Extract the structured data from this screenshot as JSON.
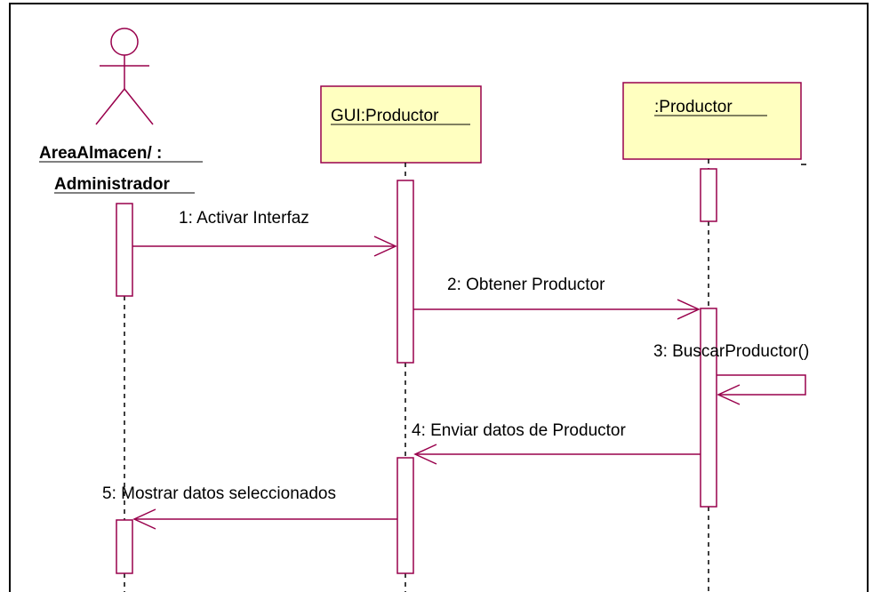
{
  "actor": {
    "name_line1": "AreaAlmacen/ :",
    "name_line2": "Administrador"
  },
  "objects": [
    {
      "name": "GUI:Productor"
    },
    {
      "name": ":Productor"
    }
  ],
  "messages": [
    {
      "label": "1: Activar Interfaz"
    },
    {
      "label": "2: Obtener Productor"
    },
    {
      "label": "3: BuscarProductor()"
    },
    {
      "label": "4: Enviar datos de Productor"
    },
    {
      "label": "5: Mostrar datos seleccionados"
    }
  ],
  "colors": {
    "message": "#99004c",
    "object_fill": "#ffffc0",
    "actor_stroke": "#99004c",
    "activation_stroke": "#99004c"
  }
}
